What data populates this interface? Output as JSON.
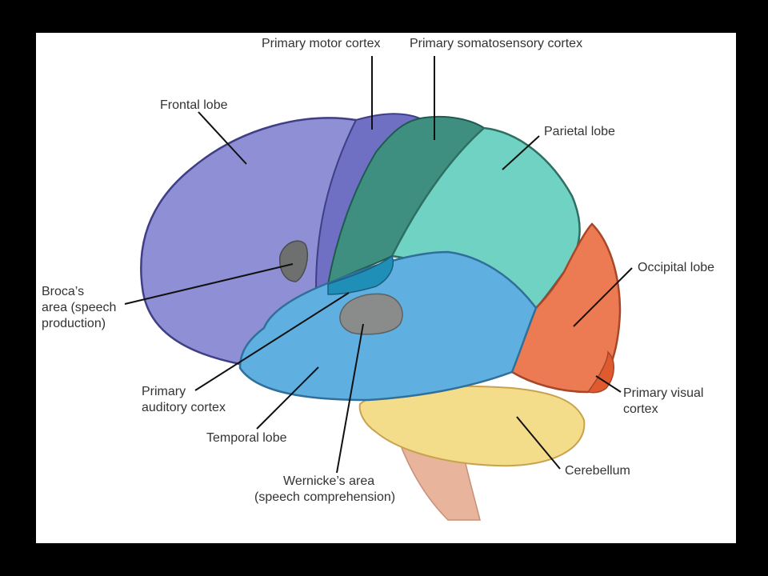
{
  "diagram": {
    "labels": {
      "primary_motor_cortex": "Primary motor cortex",
      "primary_somatosensory_cortex": "Primary somatosensory cortex",
      "frontal_lobe": "Frontal lobe",
      "parietal_lobe": "Parietal lobe",
      "occipital_lobe": "Occipital lobe",
      "brocas_area_line1": "Broca’s",
      "brocas_area_line2": "area (speech",
      "brocas_area_line3": "production)",
      "primary_auditory_line1": "Primary",
      "primary_auditory_line2": "auditory cortex",
      "temporal_lobe": "Temporal lobe",
      "wernickes_line1": "Wernicke’s area",
      "wernickes_line2": "(speech comprehension)",
      "primary_visual_line1": "Primary visual",
      "primary_visual_line2": "cortex",
      "cerebellum": "Cerebellum"
    },
    "colors": {
      "frontal_lobe": "#8f8fd6",
      "motor_cortex": "#6f6fc4",
      "somatosensory_cortex": "#3f8f80",
      "parietal_lobe": "#6fd2c2",
      "occipital_lobe": "#ec7a52",
      "primary_visual_cortex": "#e05a30",
      "temporal_lobe": "#5fb0e0",
      "auditory_cortex": "#1f8fb8",
      "brocas_area": "#6e7070",
      "wernickes_area": "#8a8c8c",
      "cerebellum": "#f3dc8a",
      "brainstem": "#e8b59c"
    }
  }
}
